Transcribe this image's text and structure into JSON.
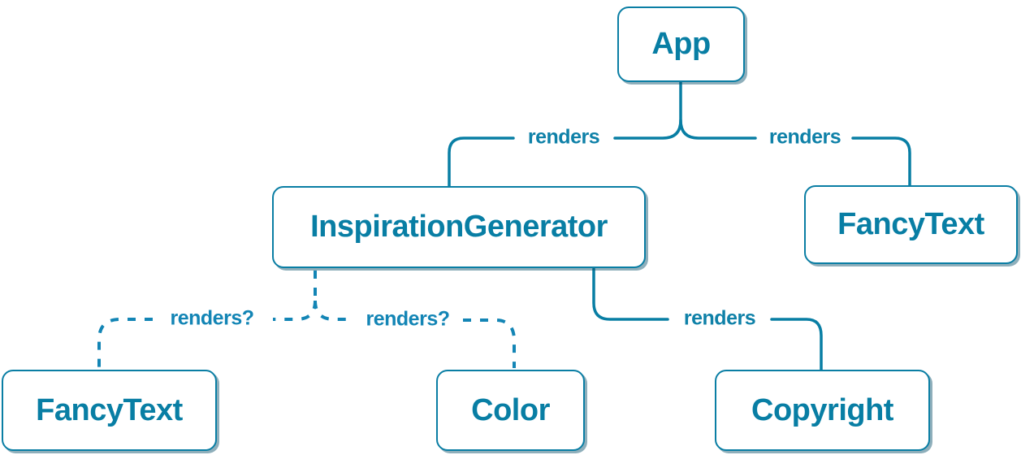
{
  "diagram": {
    "nodes": [
      {
        "id": "app",
        "label": "App"
      },
      {
        "id": "inspiration-generator",
        "label": "InspirationGenerator"
      },
      {
        "id": "fancy-text-top",
        "label": "FancyText"
      },
      {
        "id": "fancy-text-bottom",
        "label": "FancyText"
      },
      {
        "id": "color",
        "label": "Color"
      },
      {
        "id": "copyright",
        "label": "Copyright"
      }
    ],
    "edges": [
      {
        "from": "App",
        "to": "InspirationGenerator",
        "label": "renders",
        "style": "solid"
      },
      {
        "from": "App",
        "to": "FancyText",
        "label": "renders",
        "style": "solid"
      },
      {
        "from": "InspirationGenerator",
        "to": "FancyText",
        "label": "renders?",
        "style": "dashed"
      },
      {
        "from": "InspirationGenerator",
        "to": "Color",
        "label": "renders?",
        "style": "dashed"
      },
      {
        "from": "InspirationGenerator",
        "to": "Copyright",
        "label": "renders",
        "style": "solid"
      }
    ],
    "colors": {
      "solid_line": "#087ea4",
      "dashed_line": "#1385b5",
      "box_border": "#0a7ea4",
      "box_background": "#ffffff",
      "box_text": "#087ea4"
    }
  }
}
